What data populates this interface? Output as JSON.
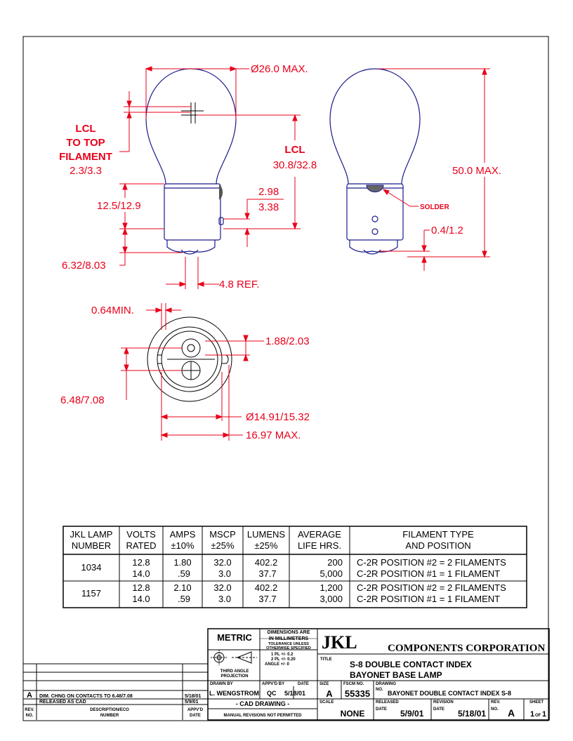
{
  "dimensions": {
    "diameter_max": "Ø26.0 MAX.",
    "lcl_top_filament": [
      "LCL",
      "TO TOP",
      "FILAMENT",
      "2.3/3.3"
    ],
    "lcl_center": [
      "LCL",
      "30.8/32.8"
    ],
    "base_length": "12.5/12.9",
    "pin_offset_top": "2.98",
    "pin_offset_bottom": "3.38",
    "contact_height": "6.32/8.03",
    "contact_spacing": "4.8 REF.",
    "overall_length": "50.0 MAX.",
    "solder": "SOLDER",
    "pin_height": "0.4/1.2",
    "min_insulator": "0.64MIN.",
    "contact_diameter": "1.88/2.03",
    "contact_center": "6.48/7.08",
    "base_diameter": "Ø14.91/15.32",
    "pin_span": "16.97 MAX."
  },
  "table": {
    "headers": [
      [
        "JKL LAMP",
        "NUMBER"
      ],
      [
        "VOLTS",
        "RATED"
      ],
      [
        "AMPS",
        "±10%"
      ],
      [
        "MSCP",
        "±25%"
      ],
      [
        "LUMENS",
        "±25%"
      ],
      [
        "AVERAGE",
        "LIFE HRS."
      ],
      [
        "FILAMENT TYPE",
        "AND POSITION"
      ]
    ],
    "rows": [
      {
        "number": "1034",
        "volts": [
          "12.8",
          "14.0"
        ],
        "amps": [
          "1.80",
          ".59"
        ],
        "mscp": [
          "32.0",
          "3.0"
        ],
        "lumens": [
          "402.2",
          "37.7"
        ],
        "life": [
          "200",
          "5,000"
        ],
        "filament": [
          "C-2R POSITION #2 = 2 FILAMENTS",
          "C-2R POSITION #1 = 1 FILAMENT"
        ]
      },
      {
        "number": "1157",
        "volts": [
          "12.8",
          "14.0"
        ],
        "amps": [
          "2.10",
          ".59"
        ],
        "mscp": [
          "32.0",
          "3.0"
        ],
        "lumens": [
          "402.2",
          "37.7"
        ],
        "life": [
          "1,200",
          "3,000"
        ],
        "filament": [
          "C-2R POSITION #2 = 2 FILAMENTS",
          "C-2R POSITION #1 = 1 FILAMENT"
        ]
      }
    ]
  },
  "title_block": {
    "metric": "METRIC",
    "dims_are": [
      "DIMENSIONS ARE",
      "IN MILLIMETERS"
    ],
    "tolerance": [
      "TOLERANCE UNLESS",
      "OTHERWISE SPECIFIED"
    ],
    "tol_1pl": "1 PL +/-   0.2",
    "tol_2pl": "2 PL +/-   0.20",
    "tol_angle": "ANGLE +/-   0",
    "projection": [
      "THIRD ANGLE",
      "PROJECTION"
    ],
    "company_logo": "JKL",
    "company_name": "COMPONENTS CORPORATION",
    "title_label": "TITLE",
    "title_lines": [
      "S-8 DOUBLE CONTACT INDEX",
      "BAYONET BASE LAMP"
    ],
    "drawn_by_label": "DRAWN BY",
    "drawn_by": "L. WENGSTROM",
    "appvd_by_label": "APPV'D BY",
    "appvd_by": "QC",
    "date_label": "DATE",
    "appvd_date": "5/18/01",
    "size_label": "SIZE",
    "size": "A",
    "fscm_label": "FSCM NO.",
    "fscm": "55335",
    "drawing_no_label": [
      "DRAWING",
      "NO."
    ],
    "drawing_no": "BAYONET DOUBLE CONTACT INDEX S-8",
    "cad_drawing": "- CAD DRAWING -",
    "manual_revisions": "MANUAL REVISIONS NOT PERMITTED",
    "scale_label": "SCALE",
    "scale": "NONE",
    "released_label": [
      "RELEASED",
      "DATE"
    ],
    "released_date": "5/9/01",
    "revision_label": [
      "REVISION",
      "DATE"
    ],
    "revision_date": "5/18/01",
    "rev_label": [
      "REV.",
      "NO."
    ],
    "rev": "A",
    "sheet_label": "SHEET",
    "sheet": "1",
    "sheet_of": "OF",
    "sheet_total": "1"
  },
  "revisions": {
    "headers": {
      "rev": [
        "REV.",
        "NO."
      ],
      "desc": [
        "DESCRIPTION/ECO",
        "NUMBER"
      ],
      "date": [
        "APPV'D",
        "DATE"
      ]
    },
    "rows": [
      {
        "rev": "A",
        "desc": "DIM. CHNG ON CONTACTS TO 6.48/7.08",
        "date": "5/18/01"
      },
      {
        "rev": "",
        "desc": "RELEASED AS CAD",
        "date": "5/9/01"
      }
    ]
  },
  "colors": {
    "dimension": "#e8001a",
    "outline": "#1a1a8c",
    "line": "#000000"
  }
}
